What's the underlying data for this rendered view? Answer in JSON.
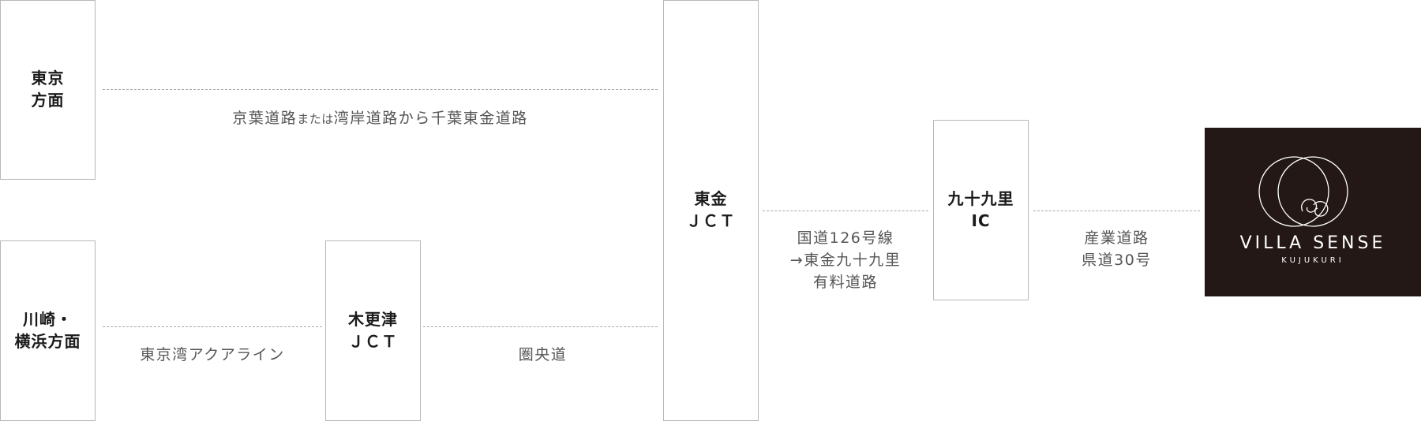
{
  "nodes": {
    "tokyo": "東京\n方面",
    "kawasaki": "川崎・\n横浜方面",
    "kisarazu_jct": "木更津\nＪＣＴ",
    "togane_jct": "東金\nＪＣＴ",
    "kujukuri_ic": "九十九里\nIC"
  },
  "routes": {
    "keiyo_a": "京葉道路",
    "keiyo_or": "または",
    "keiyo_b": "湾岸道路から千葉東金道路",
    "aqualine": "東京湾アクアライン",
    "ken_o": "圏央道",
    "national": "国道126号線\n→東金九十九里\n有料道路",
    "sangyo": "産業道路\n県道30号"
  },
  "logo": {
    "name": "VILLA SENSE",
    "sub": "KUJUKURI"
  },
  "colors": {
    "logo_bg": "#231815",
    "line": "#a8a8a8",
    "box_border": "#b8b8b8"
  }
}
